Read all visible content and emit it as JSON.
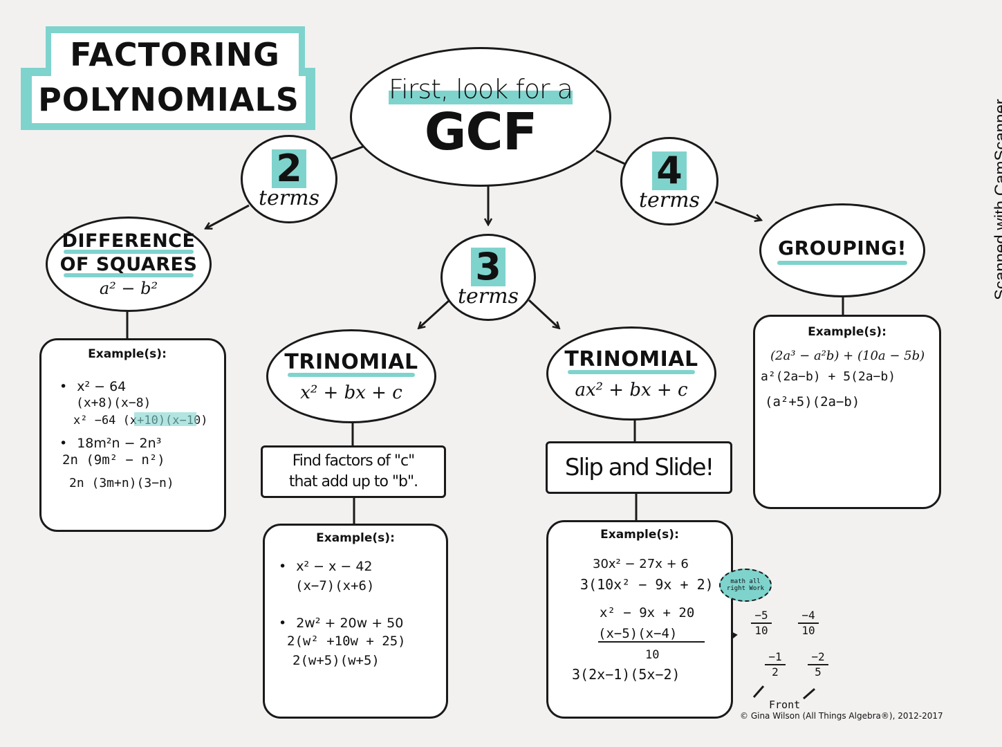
{
  "title": {
    "line1": "FACTORING",
    "line2": "POLYNOMIALS"
  },
  "watermark": "Scanned with CamScanner",
  "center": {
    "line1": "First, look for a",
    "line2": "GCF"
  },
  "branches": {
    "two": {
      "number": "2",
      "word": "terms"
    },
    "three": {
      "number": "3",
      "word": "terms"
    },
    "four": {
      "number": "4",
      "word": "terms"
    }
  },
  "difference": {
    "line1": "DIFFERENCE",
    "line2": "OF SQUARES",
    "formula": "a² − b²",
    "example_title": "Example(s):",
    "lines": [
      "x² − 64",
      "(x+8)(x−8)",
      "x² −64  (x+10)(x−10)",
      "18m²n − 2n³",
      "2n (9m² − n²)",
      "2n (3m+n)(3−n)"
    ]
  },
  "trinomial1": {
    "title": "TRINOMIAL",
    "formula": "x² + bx + c",
    "tip_line1": "Find factors of \"c\"",
    "tip_line2": "that add up to \"b\".",
    "example_title": "Example(s):",
    "lines": [
      "x² − x − 42",
      "(x−7)(x+6)",
      "2w² + 20w + 50",
      "2(w² +10w + 25)",
      "2(w+5)(w+5)"
    ]
  },
  "trinomial2": {
    "title": "TRINOMIAL",
    "formula": "ax² + bx + c",
    "tip": "Slip and Slide!",
    "example_title": "Example(s):",
    "lines": [
      "30x² − 27x + 6",
      "3(10x² − 9x + 2)",
      "x² − 9x + 20",
      "(x−5)(x−4)",
      "10",
      "3(2x−1)(5x−2)"
    ],
    "bubble": "math all right Work",
    "fractions": [
      "−5",
      "10",
      "−4",
      "10",
      "−1",
      "2",
      "−2",
      "5"
    ],
    "note": "Front"
  },
  "grouping": {
    "title": "GROUPING!",
    "example_title": "Example(s):",
    "lines": [
      "(2a³ − a²b) + (10a − 5b)",
      "a²(2a−b) + 5(2a−b)",
      "(a²+5)(2a−b)"
    ]
  },
  "copyright": "© Gina Wilson (All Things Algebra®), 2012-2017"
}
